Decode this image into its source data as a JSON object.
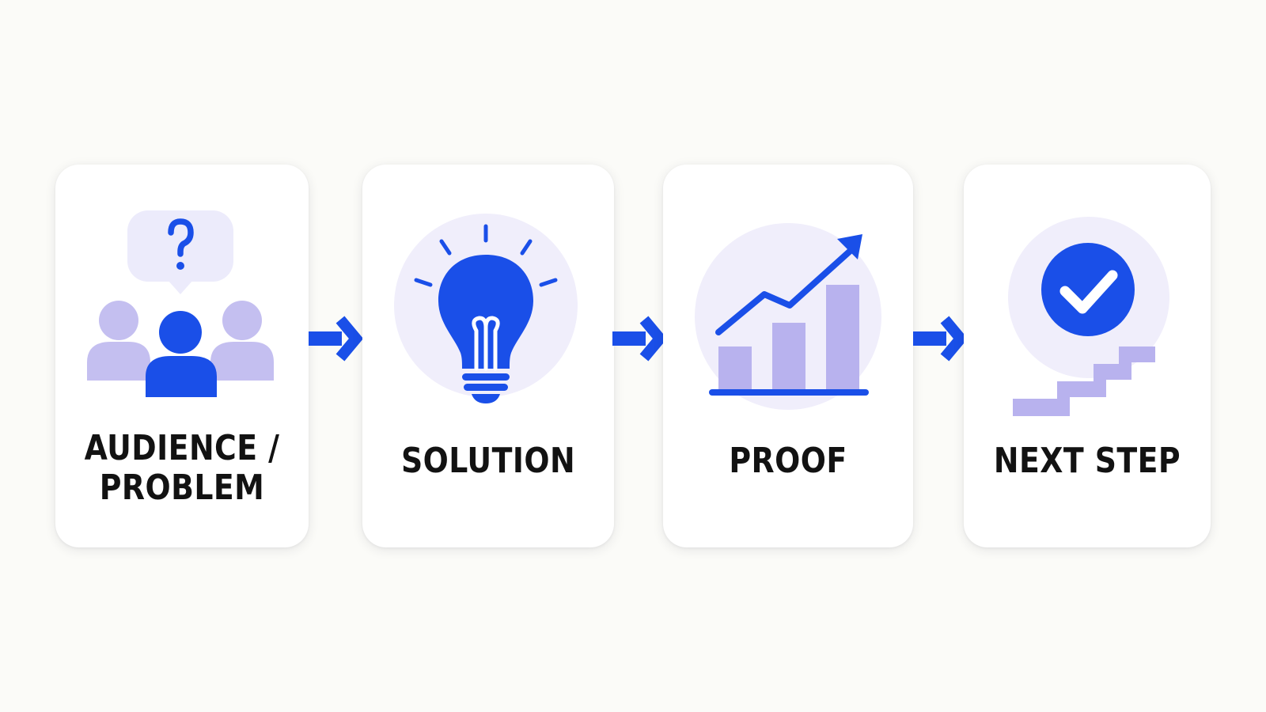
{
  "steps": [
    {
      "label_lines": [
        "AUDIENCE /",
        "PROBLEM"
      ],
      "icon": "people-question-icon"
    },
    {
      "label_lines": [
        "SOLUTION"
      ],
      "icon": "lightbulb-icon"
    },
    {
      "label_lines": [
        "PROOF"
      ],
      "icon": "growth-chart-icon"
    },
    {
      "label_lines": [
        "NEXT STEP"
      ],
      "icon": "check-stairs-icon"
    }
  ],
  "arrow_icon": "arrow-right-icon",
  "colors": {
    "primary_blue": "#1a4fe8",
    "light_purple": "#b8b2ee",
    "pale_lavender": "#f0eefb",
    "text": "#121212",
    "background": "#fbfbf8"
  }
}
